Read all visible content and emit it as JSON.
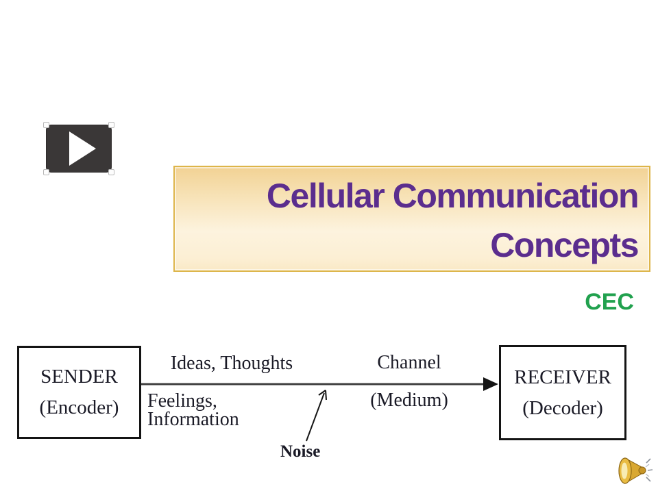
{
  "slide": {
    "title": {
      "line1": "Cellular Communication",
      "line2": "Concepts"
    },
    "subtitle": "CEC",
    "colors": {
      "title_text": "#5b2d8e",
      "title_border": "#ddb54a",
      "title_gradient_top": "#f2d294",
      "title_gradient_bottom": "#f9e9c6",
      "subtitle_green": "#21a14e",
      "play_button_bg": "#3a3737",
      "diagram_ink": "#1a1a26",
      "flow_line": "#3f3f3f",
      "speaker_gold": "#e9bc43"
    },
    "icons": {
      "play": "play-triangle",
      "audio": "speaker-horn"
    }
  },
  "diagram": {
    "sender_box": {
      "line1": "SENDER",
      "line2": "(Encoder)"
    },
    "receiver_box": {
      "line1": "RECEIVER",
      "line2": "(Decoder)"
    },
    "labels": {
      "above_left": "Ideas, Thoughts",
      "below_left_line1": "Feelings,",
      "below_left_line2": "Information",
      "above_right": "Channel",
      "below_right": "(Medium)",
      "noise": "Noise"
    }
  }
}
